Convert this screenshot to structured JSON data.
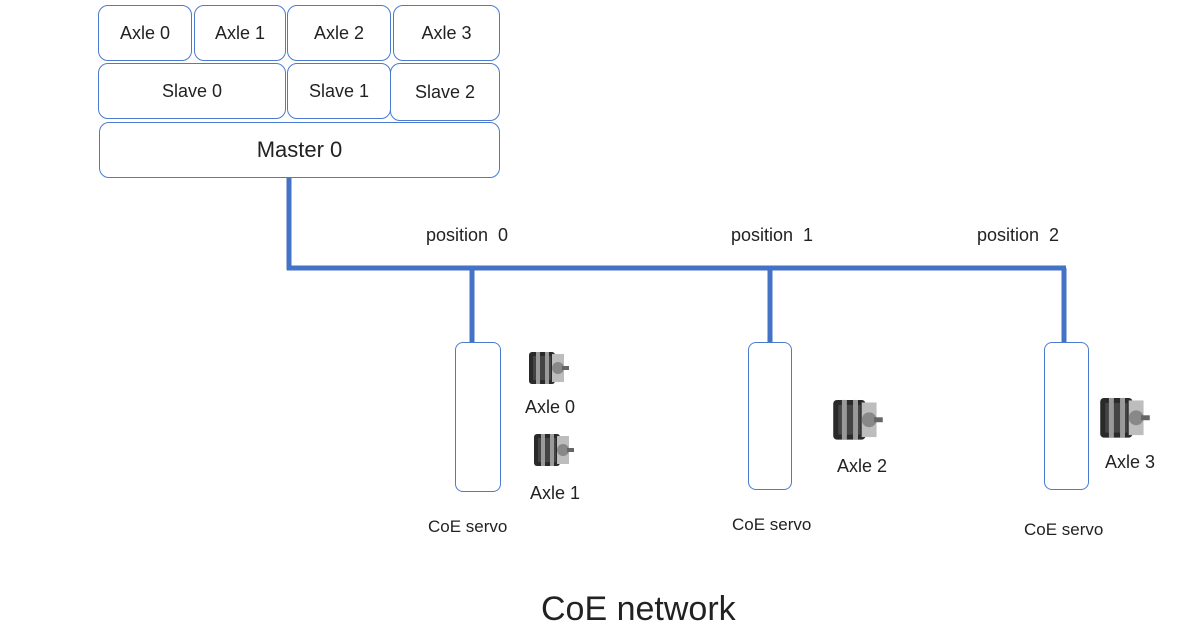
{
  "stack": {
    "axles": [
      "Axle 0",
      "Axle 1",
      "Axle 2",
      "Axle 3"
    ],
    "slaves": [
      "Slave 0",
      "Slave 1",
      "Slave 2"
    ],
    "master": "Master 0"
  },
  "positions": [
    "position  0",
    "position  1",
    "position  2"
  ],
  "servo_label": "CoE servo",
  "motors": [
    "Axle 0",
    "Axle 1",
    "Axle 2",
    "Axle 3"
  ],
  "title": "CoE network",
  "colors": {
    "line": "#4472c4",
    "border": "#4a7bd0"
  },
  "icons": [
    "stepper-motor-icon"
  ]
}
